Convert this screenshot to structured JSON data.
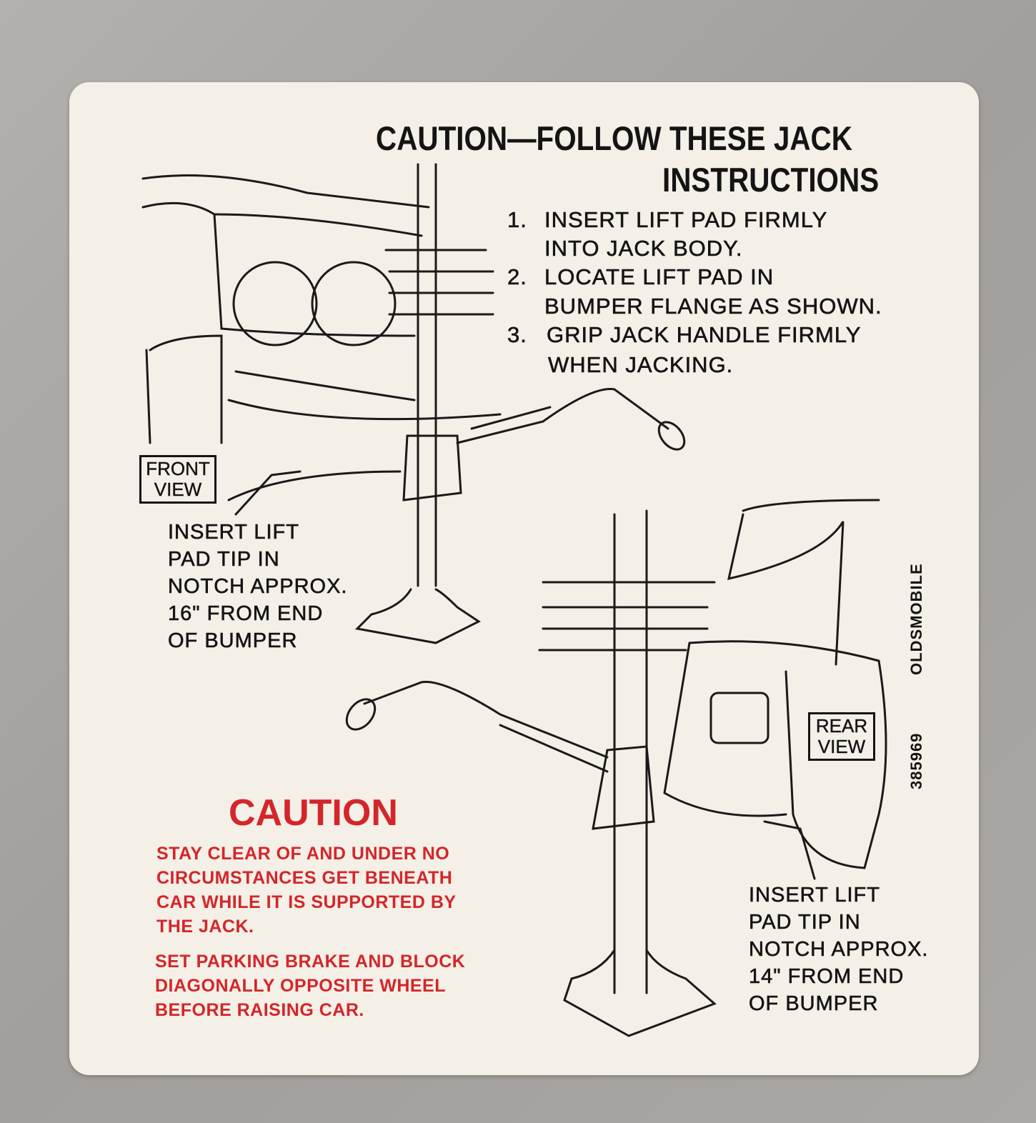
{
  "title_line1": "CAUTION—FOLLOW THESE JACK",
  "title_line2": "INSTRUCTIONS",
  "steps": [
    {
      "num": "1.",
      "line1": "INSERT LIFT PAD FIRMLY",
      "line2": "INTO JACK BODY."
    },
    {
      "num": "2.",
      "line1": "LOCATE LIFT PAD IN",
      "line2": "BUMPER FLANGE AS SHOWN."
    },
    {
      "num": "3.",
      "line1": "GRIP JACK HANDLE FIRMLY",
      "line2": "WHEN JACKING."
    }
  ],
  "front_view": {
    "line1": "FRONT",
    "line2": "VIEW"
  },
  "front_note": [
    "INSERT LIFT",
    "PAD TIP IN",
    "NOTCH APPROX.",
    "16\" FROM END",
    "OF BUMPER"
  ],
  "rear_view": {
    "line1": "REAR",
    "line2": "VIEW"
  },
  "rear_note": [
    "INSERT LIFT",
    "PAD TIP IN",
    "NOTCH APPROX.",
    "14\" FROM END",
    "OF BUMPER"
  ],
  "brand": "OLDSMOBILE",
  "part_number": "385969",
  "caution": {
    "heading": "CAUTION",
    "para1": [
      "STAY CLEAR OF AND UNDER NO",
      "CIRCUMSTANCES GET BENEATH",
      "CAR WHILE IT IS SUPPORTED BY",
      "THE JACK."
    ],
    "para2": [
      "SET PARKING BRAKE AND BLOCK",
      "DIAGONALLY OPPOSITE WHEEL",
      "BEFORE RAISING CAR."
    ]
  },
  "colors": {
    "ink": "#141414",
    "warning_red": "#d3262a",
    "card": "#f4efe7"
  }
}
